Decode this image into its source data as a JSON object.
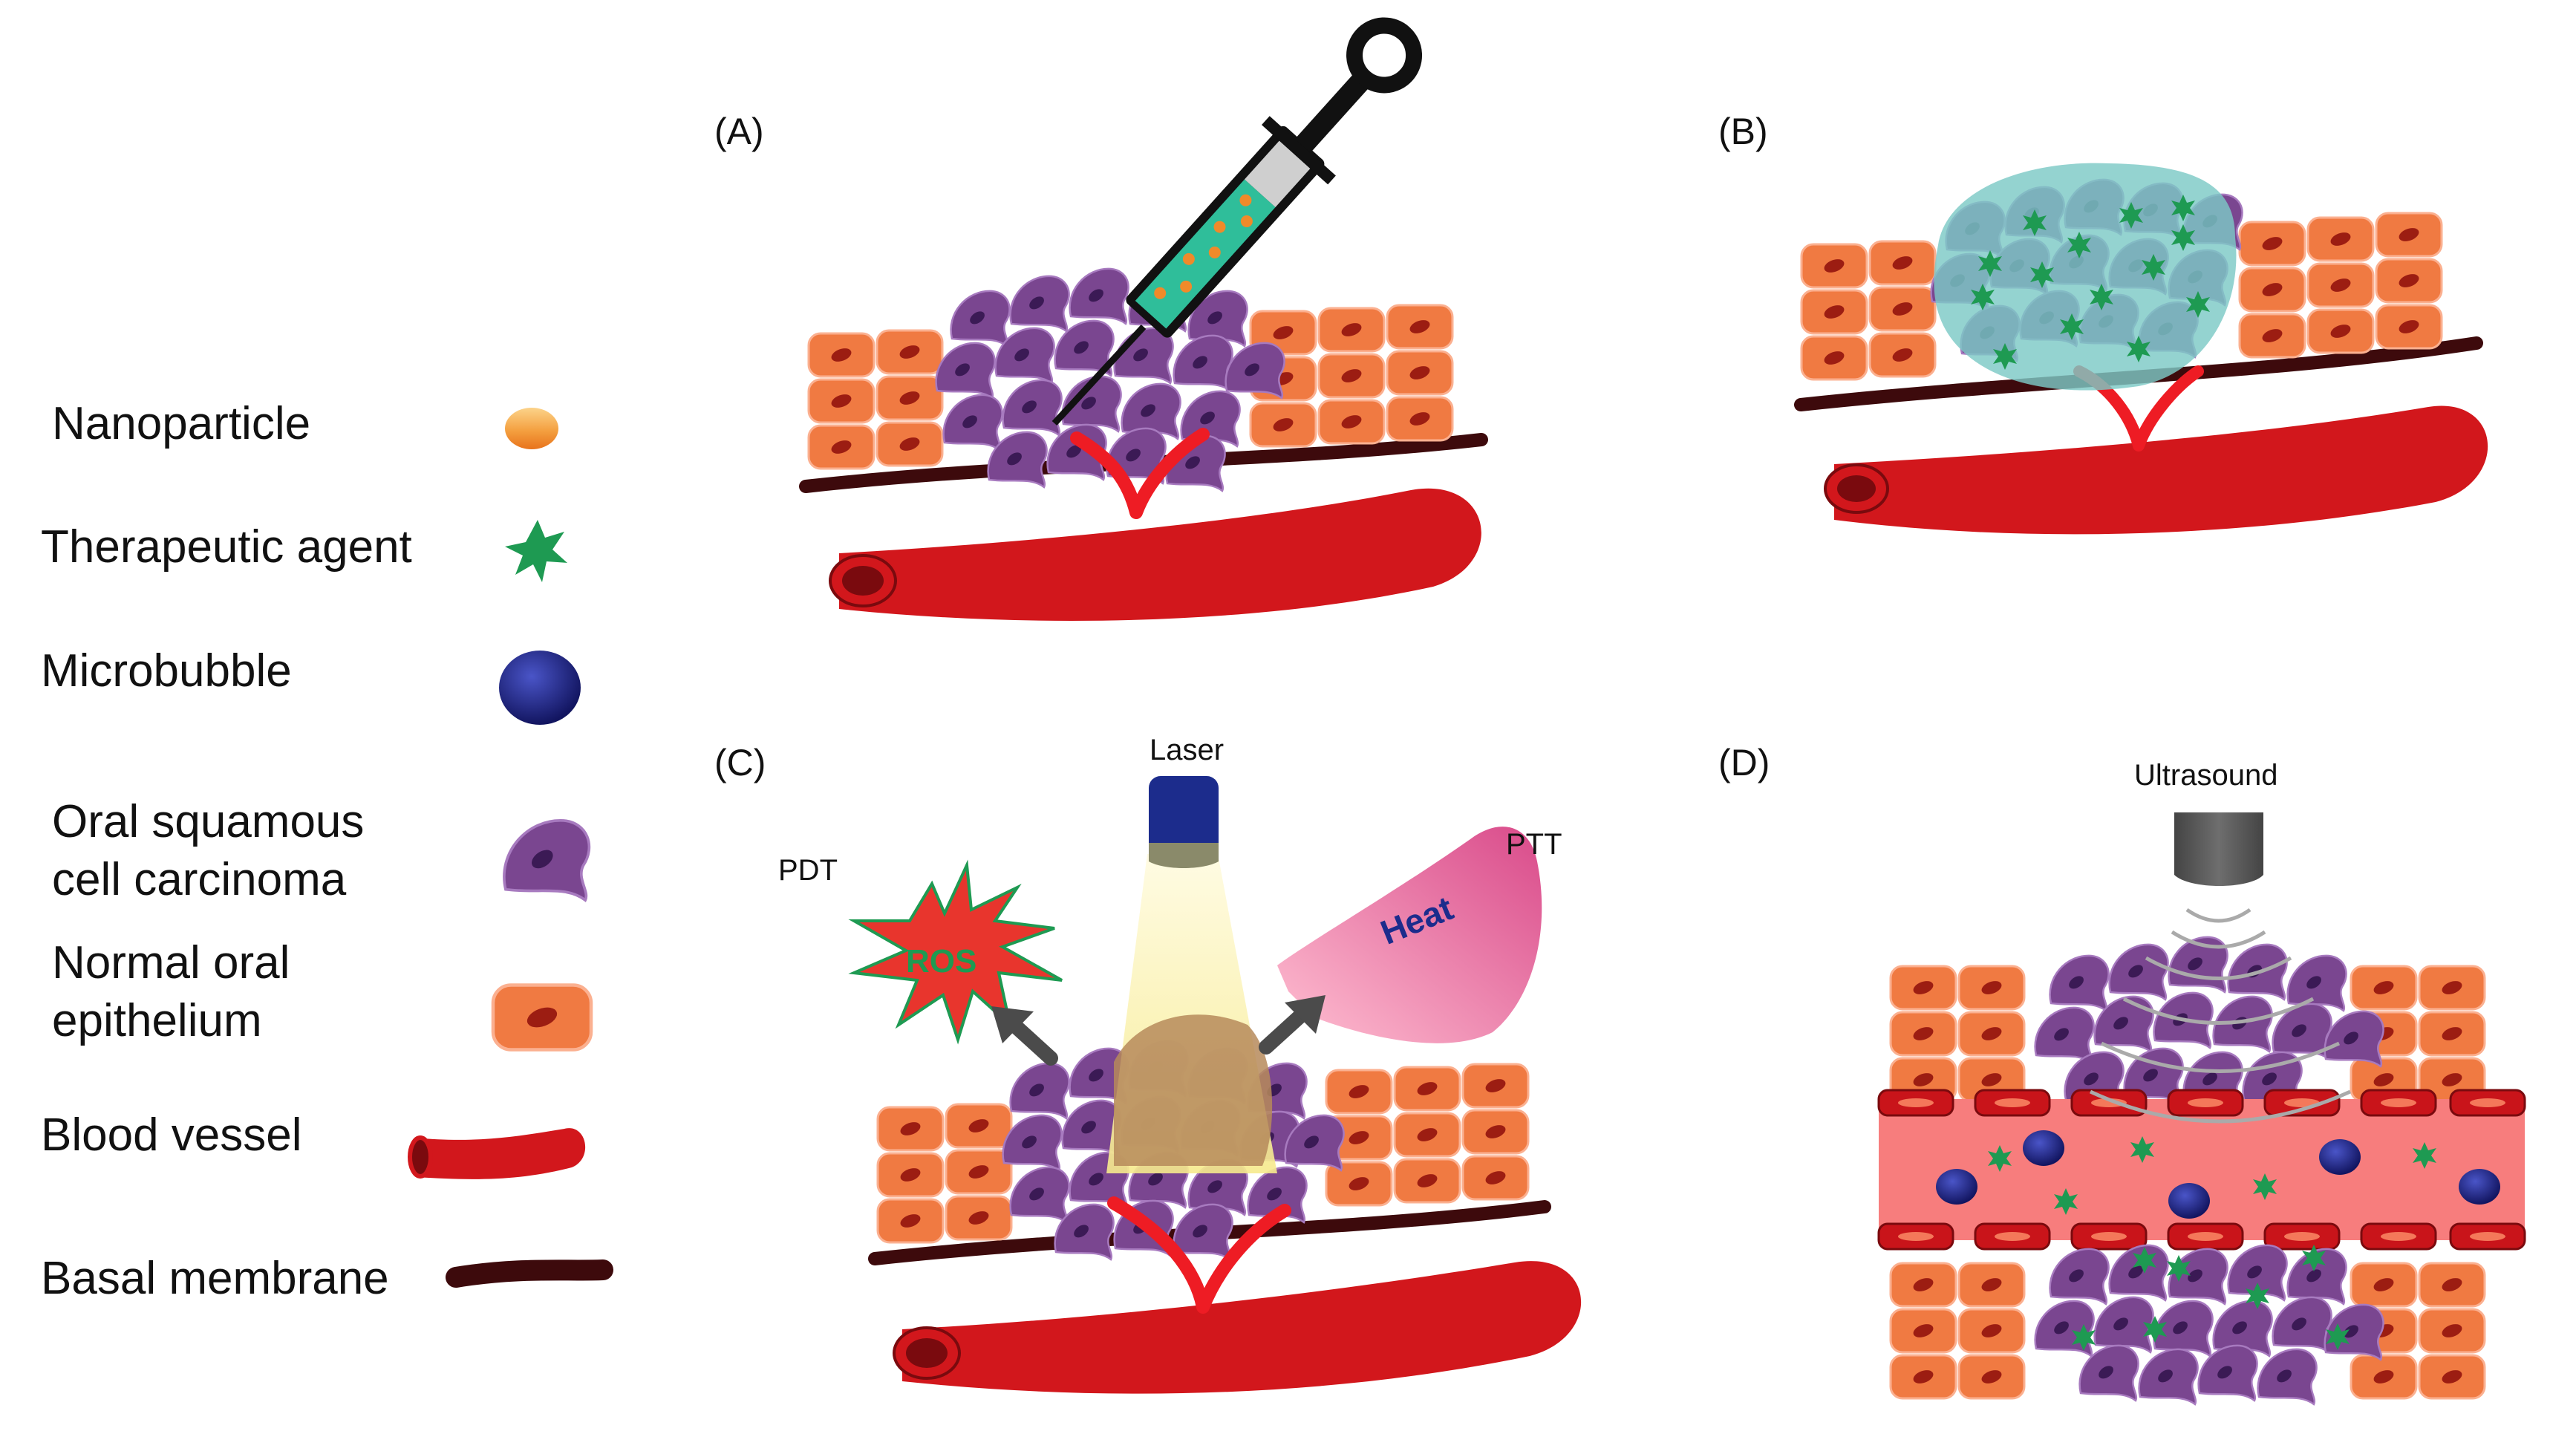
{
  "legend": {
    "nanoparticle": "Nanoparticle",
    "therapeutic_agent": "Therapeutic agent",
    "microbubble": "Microbubble",
    "oscc_line1": "Oral squamous",
    "oscc_line2": "cell carcinoma",
    "epithelium_line1": "Normal oral",
    "epithelium_line2": "epithelium",
    "blood_vessel": "Blood vessel",
    "basal_membrane": "Basal membrane"
  },
  "panels": {
    "a": {
      "label": "(A)"
    },
    "b": {
      "label": "(B)"
    },
    "c": {
      "label": "(C)",
      "laser": "Laser",
      "pdt": "PDT",
      "ptt": "PTT",
      "ros": "ROS",
      "heat": "Heat"
    },
    "d": {
      "label": "(D)",
      "ultrasound": "Ultrasound"
    }
  },
  "colors": {
    "epithelium_fill": "#f07a42",
    "epithelium_nucleus": "#9c1d12",
    "tumor_fill": "#7a4690",
    "tumor_nucleus": "#3b1a55",
    "vessel": "#d2171c",
    "vessel_inner": "#7a0a0e",
    "basal_membrane": "#3d0a0c",
    "therapeutic_agent": "#1e9a52",
    "microbubble": "#1b1f70",
    "nanoparticle": "#f08a2a",
    "gel": "#7cc9c6",
    "laser_beam": "#fbf3a8",
    "laser_head": "#1c2c8c",
    "heat_fill": "#f06a9a",
    "ros_fill": "#e8352d",
    "transducer": "#5d5d5d",
    "lumen": "#f77d7d"
  }
}
